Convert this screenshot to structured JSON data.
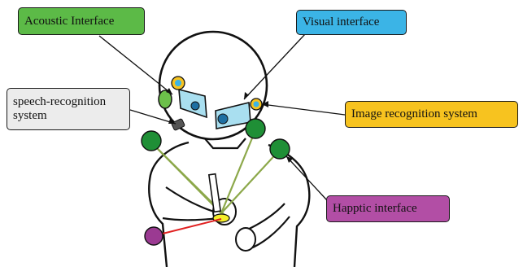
{
  "labels": {
    "acoustic": {
      "text": "Acoustic Interface",
      "color": "#5cba47"
    },
    "visual": {
      "text": "Visual interface",
      "color": "#3bb4e6"
    },
    "speech": {
      "text": "speech-recognition\nsystem",
      "color": "#ececec"
    },
    "image": {
      "text": "Image recognition system",
      "color": "#f7c31f"
    },
    "haptic": {
      "text": "Happtic interface",
      "color": "#b24ea5"
    }
  },
  "colors": {
    "outline": "#111111",
    "visor": "#a9dff0",
    "sensor_ball": "#1f8f36",
    "handle_ball": "#9b3a92",
    "tracking_cable": "#8ca84a",
    "laser_line": "#e02020",
    "stylus_tip": "#f4ee2a",
    "ear_pad": "#6cc04a"
  }
}
